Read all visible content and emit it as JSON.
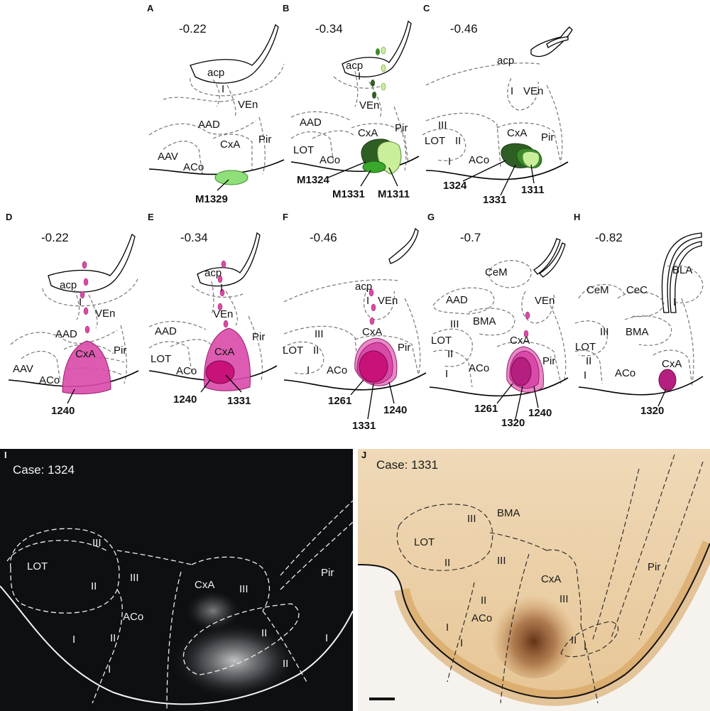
{
  "panels": {
    "A": {
      "letter": "A",
      "coord": "-0.22",
      "regions": [
        "acp",
        "I",
        "VEn",
        "AAD",
        "CxA",
        "Pir",
        "AAV",
        "ACo"
      ],
      "cases": [
        "M1329"
      ]
    },
    "B": {
      "letter": "B",
      "coord": "-0.34",
      "regions": [
        "acp",
        "I",
        "VEn",
        "AAD",
        "CxA",
        "Pir",
        "LOT",
        "ACo"
      ],
      "cases": [
        "M1324",
        "M1331",
        "M1311"
      ]
    },
    "C": {
      "letter": "C",
      "coord": "-0.46",
      "regions": [
        "acp",
        "I",
        "VEn",
        "III",
        "LOT",
        "II",
        "I",
        "CxA",
        "Pir",
        "ACo"
      ],
      "cases": [
        "1324",
        "1331",
        "1311"
      ]
    },
    "D": {
      "letter": "D",
      "coord": "-0.22",
      "regions": [
        "acp",
        "I",
        "VEn",
        "AAD",
        "CxA",
        "Pir",
        "AAV",
        "ACo"
      ],
      "cases": [
        "1240"
      ]
    },
    "E": {
      "letter": "E",
      "coord": "-0.34",
      "regions": [
        "acp",
        "I",
        "VEn",
        "AAD",
        "CxA",
        "Pir",
        "LOT",
        "ACo"
      ],
      "cases": [
        "1240",
        "1331"
      ]
    },
    "F": {
      "letter": "F",
      "coord": "-0.46",
      "regions": [
        "acp",
        "I",
        "VEn",
        "III",
        "LOT",
        "II",
        "I",
        "CxA",
        "Pir",
        "ACo"
      ],
      "cases": [
        "1261",
        "1240",
        "1331"
      ]
    },
    "G": {
      "letter": "G",
      "coord": "-0.7",
      "regions": [
        "CeM",
        "AAD",
        "VEn",
        "BMA",
        "III",
        "LOT",
        "II",
        "I",
        "CxA",
        "Pir",
        "ACo"
      ],
      "cases": [
        "1261",
        "1320",
        "1240"
      ]
    },
    "H": {
      "letter": "H",
      "coord": "-0.82",
      "regions": [
        "BLA",
        "CeM",
        "CeC",
        "I",
        "III",
        "BMA",
        "LOT",
        "II",
        "I",
        "CxA",
        "ACo"
      ],
      "cases": [
        "1320"
      ]
    }
  },
  "photos": {
    "I": {
      "letter": "I",
      "case_label": "Case: 1324",
      "regions": [
        "III",
        "LOT",
        "II",
        "III",
        "CxA",
        "III",
        "Pir",
        "ACo",
        "II",
        "I",
        "II",
        "I",
        "II",
        "I"
      ]
    },
    "J": {
      "letter": "J",
      "case_label": "Case: 1331",
      "regions": [
        "BMA",
        "III",
        "LOT",
        "II",
        "III",
        "CxA",
        "Pir",
        "II",
        "III",
        "ACo",
        "I",
        "I",
        "II",
        "I"
      ]
    }
  },
  "colors": {
    "green_light": "#8fe07a",
    "green_mid": "#3a8a2a",
    "green_dark": "#2f5e25",
    "green_pale": "#c9ef9a",
    "magenta": "#d94aa8",
    "magenta_dark": "#b51f80",
    "magenta_deep": "#c8127a",
    "photo_dark": "#0d0f12",
    "photo_tan": "#e8c99a"
  }
}
